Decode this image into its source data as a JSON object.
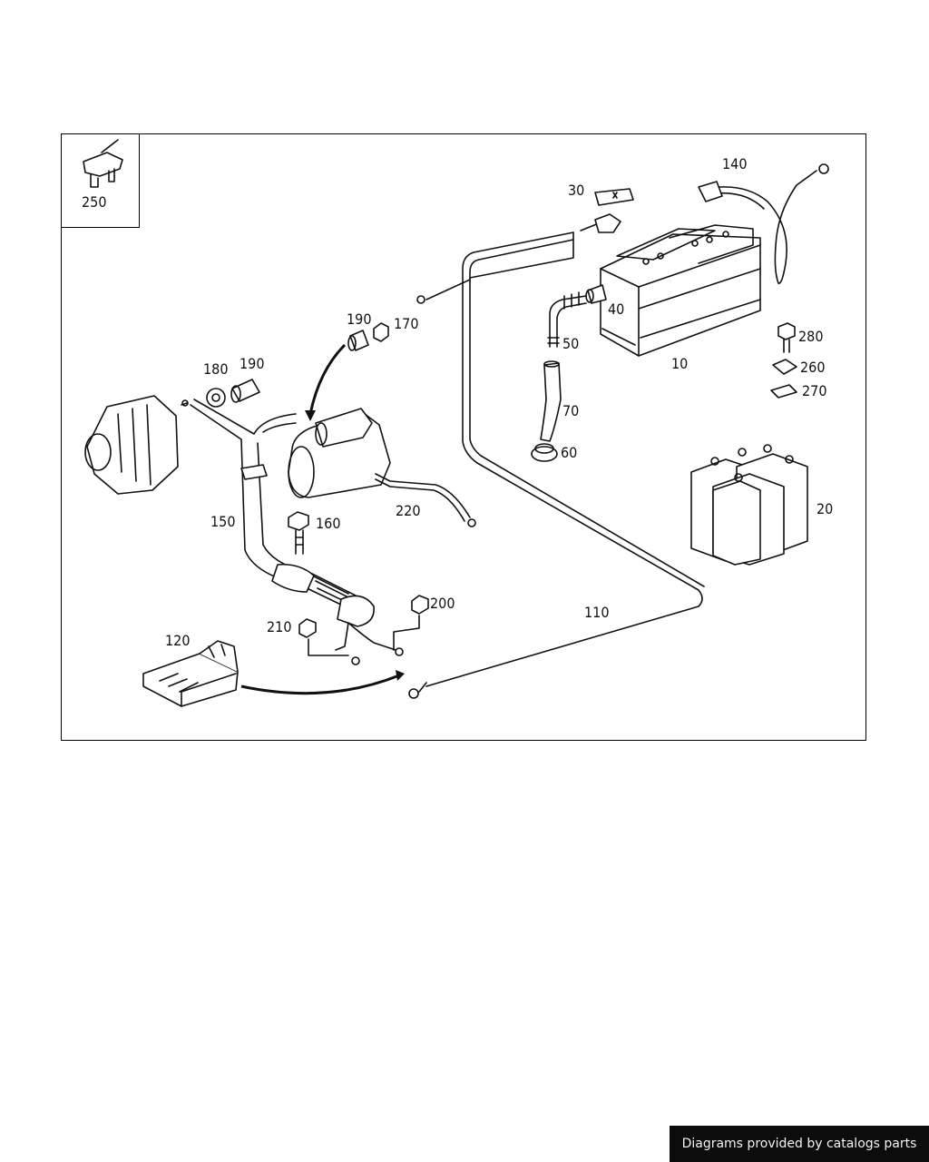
{
  "diagram": {
    "callouts": [
      {
        "id": "label-10",
        "text": "10"
      },
      {
        "id": "label-20",
        "text": "20"
      },
      {
        "id": "label-30",
        "text": "30"
      },
      {
        "id": "label-40",
        "text": "40"
      },
      {
        "id": "label-50",
        "text": "50"
      },
      {
        "id": "label-60",
        "text": "60"
      },
      {
        "id": "label-70",
        "text": "70"
      },
      {
        "id": "label-110",
        "text": "110"
      },
      {
        "id": "label-120",
        "text": "120"
      },
      {
        "id": "label-140",
        "text": "140"
      },
      {
        "id": "label-150",
        "text": "150"
      },
      {
        "id": "label-160",
        "text": "160"
      },
      {
        "id": "label-170",
        "text": "170"
      },
      {
        "id": "label-180",
        "text": "180"
      },
      {
        "id": "label-190a",
        "text": "190"
      },
      {
        "id": "label-190b",
        "text": "190"
      },
      {
        "id": "label-200",
        "text": "200"
      },
      {
        "id": "label-210",
        "text": "210"
      },
      {
        "id": "label-220",
        "text": "220"
      },
      {
        "id": "label-250",
        "text": "250"
      },
      {
        "id": "label-260",
        "text": "260"
      },
      {
        "id": "label-270",
        "text": "270"
      },
      {
        "id": "label-280",
        "text": "280"
      }
    ]
  },
  "footer": {
    "credit": "Diagrams provided by catalogs parts"
  }
}
